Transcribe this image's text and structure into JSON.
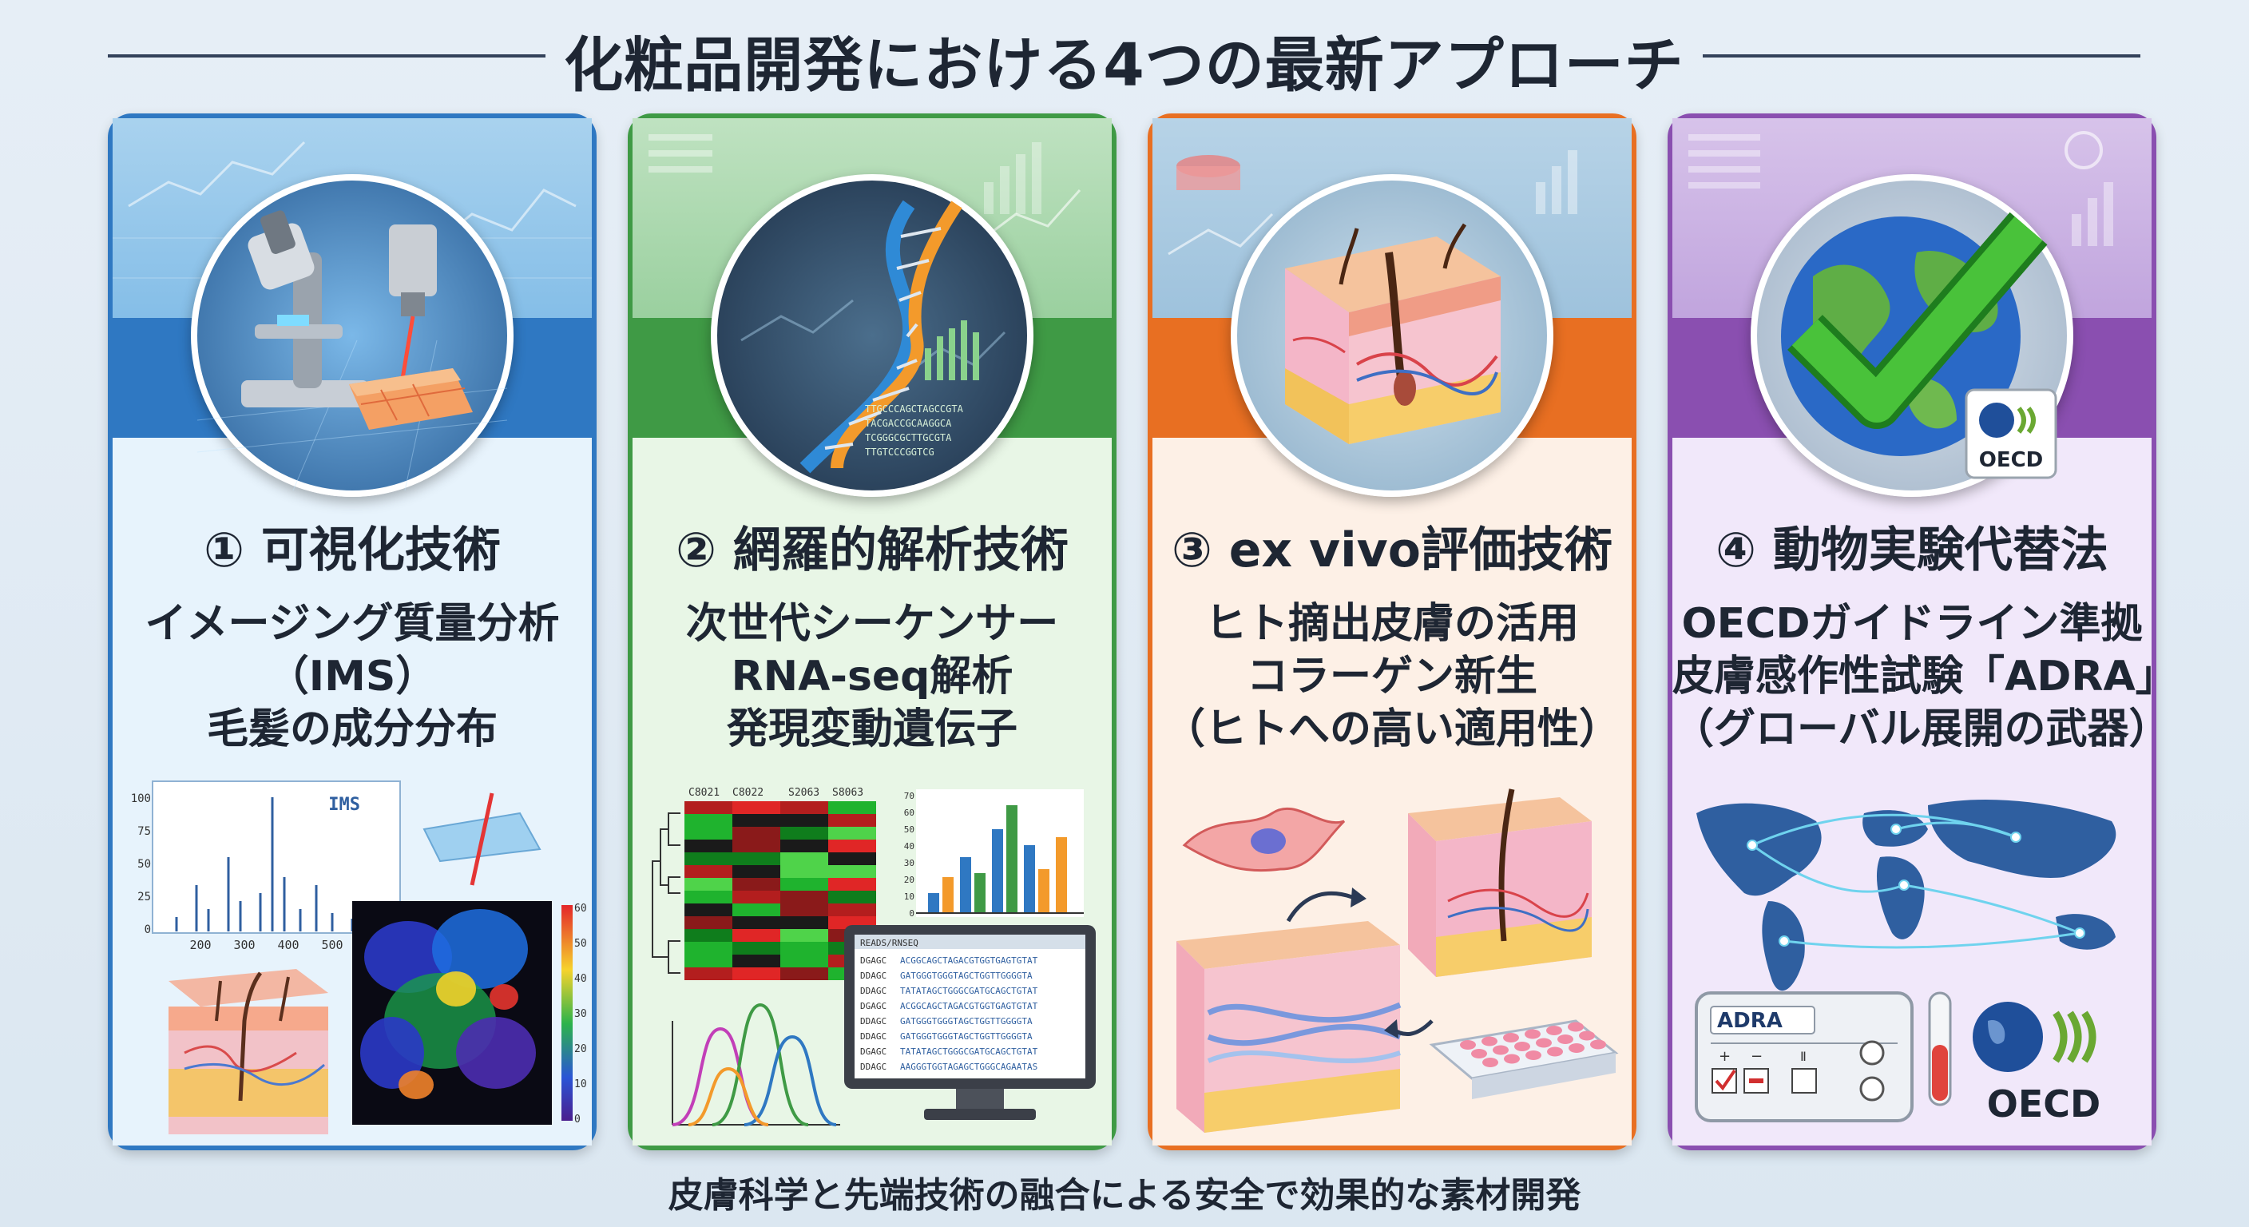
{
  "page": {
    "title": "化粧品開発における4つの最新アプローチ",
    "footer": "皮膚科学と先端技術の融合による安全で効果的な素材開発"
  },
  "colors": {
    "card1": "#2f78c2",
    "card2": "#3f9a45",
    "card3": "#e86f22",
    "card4": "#8a4fb0"
  },
  "cards": [
    {
      "heading": "① 可視化技術",
      "lines": [
        "イメージング質量分析",
        "（IMS）",
        "毛髪の成分分布"
      ],
      "illus": {
        "spectrum_label": "IMS",
        "y_ticks": [
          "100",
          "75",
          "50",
          "25",
          "0"
        ],
        "x_ticks": [
          "200",
          "300",
          "400",
          "500"
        ],
        "scale_ticks": [
          "60",
          "50",
          "40",
          "30",
          "20",
          "10",
          "0"
        ]
      }
    },
    {
      "heading": "② 網羅的解析技術",
      "lines": [
        "次世代シーケンサー",
        "RNA-seq解析",
        "発現変動遺伝子"
      ],
      "illus": {
        "dna_seq": [
          "TTGCCCAGCTAGCCGTA",
          "TACGACCGCAAGGCA",
          "TCGGGCGCTTGCGTA",
          "TTGTCCCGGTCG"
        ],
        "heatmap_cols": [
          "C8021",
          "C8022",
          "S2063",
          "S8063"
        ],
        "bar_ticks": [
          "70",
          "60",
          "50",
          "40",
          "30",
          "20",
          "10",
          "0"
        ],
        "monitor_header": "READS/RNSEQ",
        "monitor_rows": [
          [
            "DGAGC",
            "ACGGCAGCTAGACGTGGTGAGTGTAT"
          ],
          [
            "DDAGC",
            "GATGGGTGGGTAGCTGGTTGGGGTA"
          ],
          [
            "DDAGC",
            "TATATAGCTGGGCGATGCAGCTGTAT"
          ],
          [
            "DGAGC",
            "ACGGCAGCTAGACGTGGTGAGTGTAT"
          ],
          [
            "DDAGC",
            "GATGGGTGGGTAGCTGGTTGGGGTA"
          ],
          [
            "DDAGC",
            "GATGGGTGGGTAGCTGGTTGGGGTA"
          ],
          [
            "DGAGC",
            "TATATAGCTGGGCGATGCAGCTGTAT"
          ],
          [
            "DDAGC",
            "AAGGGTGGTAGAGCTGGGCAGAATAS"
          ]
        ]
      }
    },
    {
      "heading": "③ ex vivo評価技術",
      "lines": [
        "ヒト摘出皮膚の活用",
        "コラーゲン新生",
        "（ヒトへの高い適用性）"
      ],
      "illus": {}
    },
    {
      "heading": "④ 動物実験代替法",
      "lines": [
        "OECDガイドライン準拠",
        "皮膚感作性試験「ADRA」",
        "（グローバル展開の武器）"
      ],
      "illus": {
        "oecd_badge": "OECD",
        "device_label": "ADRA",
        "device_marks": [
          "+",
          "−",
          "Ⅱ"
        ],
        "oecd_logo": "OECD"
      }
    }
  ]
}
